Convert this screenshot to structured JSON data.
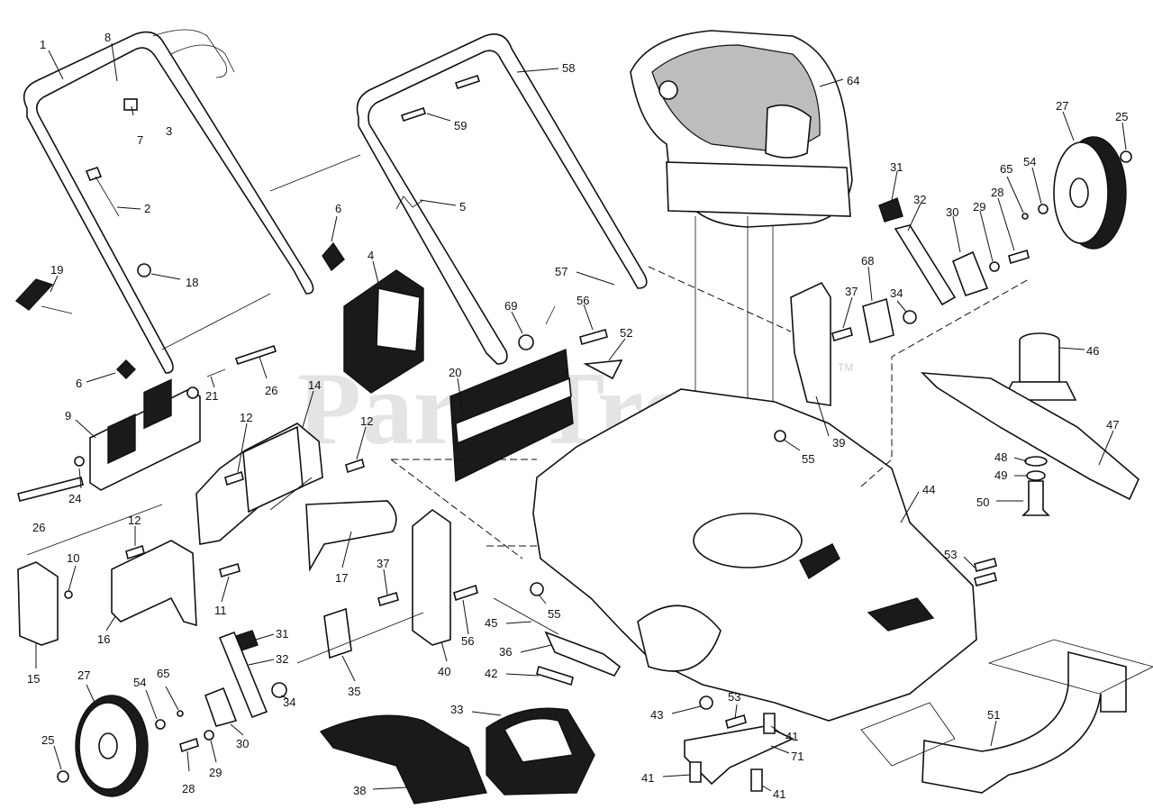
{
  "watermark": {
    "text": "PartsTree",
    "tm": "TM"
  },
  "callouts": [
    {
      "id": "c1",
      "label": "1"
    },
    {
      "id": "c8",
      "label": "8"
    },
    {
      "id": "c7",
      "label": "7"
    },
    {
      "id": "c3",
      "label": "3"
    },
    {
      "id": "c2",
      "label": "2"
    },
    {
      "id": "c18",
      "label": "18"
    },
    {
      "id": "c19",
      "label": "19"
    },
    {
      "id": "c6a",
      "label": "6"
    },
    {
      "id": "c6b",
      "label": "6"
    },
    {
      "id": "c9",
      "label": "9"
    },
    {
      "id": "c26a",
      "label": "26"
    },
    {
      "id": "c24",
      "label": "24"
    },
    {
      "id": "c21",
      "label": "21"
    },
    {
      "id": "c26b",
      "label": "26"
    },
    {
      "id": "c12a",
      "label": "12"
    },
    {
      "id": "c14",
      "label": "14"
    },
    {
      "id": "c12b",
      "label": "12"
    },
    {
      "id": "c12c",
      "label": "12"
    },
    {
      "id": "c10",
      "label": "10"
    },
    {
      "id": "c16",
      "label": "16"
    },
    {
      "id": "c15",
      "label": "15"
    },
    {
      "id": "c11",
      "label": "11"
    },
    {
      "id": "c17",
      "label": "17"
    },
    {
      "id": "c4",
      "label": "4"
    },
    {
      "id": "c58",
      "label": "58"
    },
    {
      "id": "c59",
      "label": "59"
    },
    {
      "id": "c5",
      "label": "5"
    },
    {
      "id": "c57",
      "label": "57"
    },
    {
      "id": "c69",
      "label": "69"
    },
    {
      "id": "c56a",
      "label": "56"
    },
    {
      "id": "c52",
      "label": "52"
    },
    {
      "id": "c20",
      "label": "20"
    },
    {
      "id": "c64",
      "label": "64"
    },
    {
      "id": "c31a",
      "label": "31"
    },
    {
      "id": "c32a",
      "label": "32"
    },
    {
      "id": "c30a",
      "label": "30"
    },
    {
      "id": "c29a",
      "label": "29"
    },
    {
      "id": "c28a",
      "label": "28"
    },
    {
      "id": "c65a",
      "label": "65"
    },
    {
      "id": "c54a",
      "label": "54"
    },
    {
      "id": "c27a",
      "label": "27"
    },
    {
      "id": "c25a",
      "label": "25"
    },
    {
      "id": "c68",
      "label": "68"
    },
    {
      "id": "c37a",
      "label": "37"
    },
    {
      "id": "c34a",
      "label": "34"
    },
    {
      "id": "c46",
      "label": "46"
    },
    {
      "id": "c47",
      "label": "47"
    },
    {
      "id": "c39",
      "label": "39"
    },
    {
      "id": "c55a",
      "label": "55"
    },
    {
      "id": "c48",
      "label": "48"
    },
    {
      "id": "c49",
      "label": "49"
    },
    {
      "id": "c50",
      "label": "50"
    },
    {
      "id": "c44",
      "label": "44"
    },
    {
      "id": "c53a",
      "label": "53"
    },
    {
      "id": "c37b",
      "label": "37"
    },
    {
      "id": "c40",
      "label": "40"
    },
    {
      "id": "c56b",
      "label": "56"
    },
    {
      "id": "c55b",
      "label": "55"
    },
    {
      "id": "c45",
      "label": "45"
    },
    {
      "id": "c36",
      "label": "36"
    },
    {
      "id": "c42",
      "label": "42"
    },
    {
      "id": "c31b",
      "label": "31"
    },
    {
      "id": "c32b",
      "label": "32"
    },
    {
      "id": "c35",
      "label": "35"
    },
    {
      "id": "c34b",
      "label": "34"
    },
    {
      "id": "c30b",
      "label": "30"
    },
    {
      "id": "c29b",
      "label": "29"
    },
    {
      "id": "c28b",
      "label": "28"
    },
    {
      "id": "c65b",
      "label": "65"
    },
    {
      "id": "c54b",
      "label": "54"
    },
    {
      "id": "c27b",
      "label": "27"
    },
    {
      "id": "c25b",
      "label": "25"
    },
    {
      "id": "c33",
      "label": "33"
    },
    {
      "id": "c38",
      "label": "38"
    },
    {
      "id": "c43",
      "label": "43"
    },
    {
      "id": "c53b",
      "label": "53"
    },
    {
      "id": "c41a",
      "label": "41"
    },
    {
      "id": "c71",
      "label": "71"
    },
    {
      "id": "c41b",
      "label": "41"
    },
    {
      "id": "c41c",
      "label": "41"
    },
    {
      "id": "c51",
      "label": "51"
    }
  ]
}
